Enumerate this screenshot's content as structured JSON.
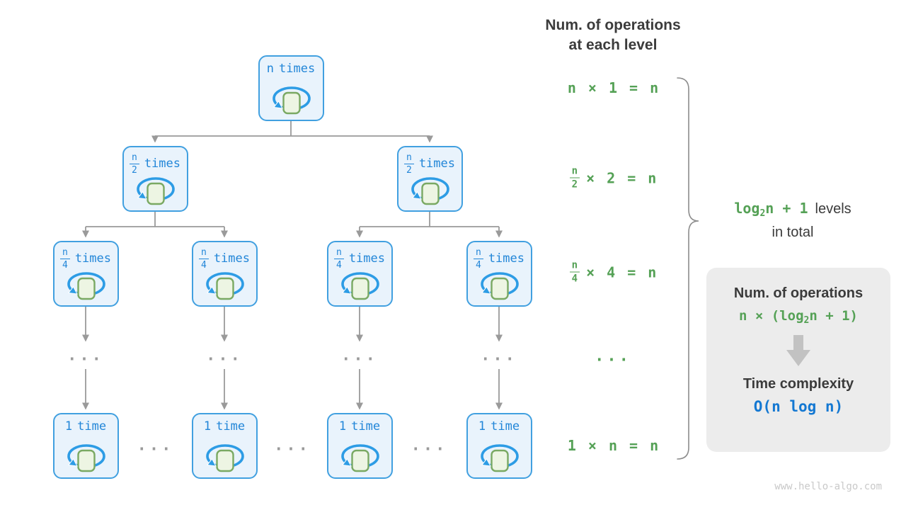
{
  "tree": {
    "ellipsis": "...",
    "levels": [
      {
        "nodes": [
          {
            "label": "n",
            "suffix": "times"
          }
        ]
      },
      {
        "nodes": [
          {
            "frac_num": "n",
            "frac_den": "2",
            "suffix": "times"
          },
          {
            "frac_num": "n",
            "frac_den": "2",
            "suffix": "times"
          }
        ]
      },
      {
        "nodes": [
          {
            "frac_num": "n",
            "frac_den": "4",
            "suffix": "times"
          },
          {
            "frac_num": "n",
            "frac_den": "4",
            "suffix": "times"
          },
          {
            "frac_num": "n",
            "frac_den": "4",
            "suffix": "times"
          },
          {
            "frac_num": "n",
            "frac_den": "4",
            "suffix": "times"
          }
        ]
      },
      {
        "nodes": [
          {
            "label": "1",
            "suffix": "time"
          },
          {
            "label": "1",
            "suffix": "time"
          },
          {
            "label": "1",
            "suffix": "time"
          },
          {
            "label": "1",
            "suffix": "time"
          }
        ]
      }
    ]
  },
  "ops": {
    "header_line1": "Num. of operations",
    "header_line2": "at each level",
    "rows": [
      {
        "text": "n × 1 = n"
      },
      {
        "frac_num": "n",
        "frac_den": "2",
        "rest": "× 2 = n"
      },
      {
        "frac_num": "n",
        "frac_den": "4",
        "rest": "× 4 = n"
      },
      {
        "text": "..."
      },
      {
        "text": "1 × n = n"
      }
    ]
  },
  "levels_note": {
    "formula_pre": "log",
    "formula_sub": "2",
    "formula_post": "n + 1",
    "suffix": "levels",
    "line2": "in total"
  },
  "panel": {
    "title": "Num. of operations",
    "formula_pre": "n × (log",
    "formula_sub": "2",
    "formula_post": "n + 1)",
    "title2": "Time complexity",
    "complexity": "O(n log n)"
  },
  "colors": {
    "accent_blue": "#2286d8",
    "green": "#55a156",
    "complexity_blue": "#1478d2"
  },
  "watermark": "www.hello-algo.com"
}
